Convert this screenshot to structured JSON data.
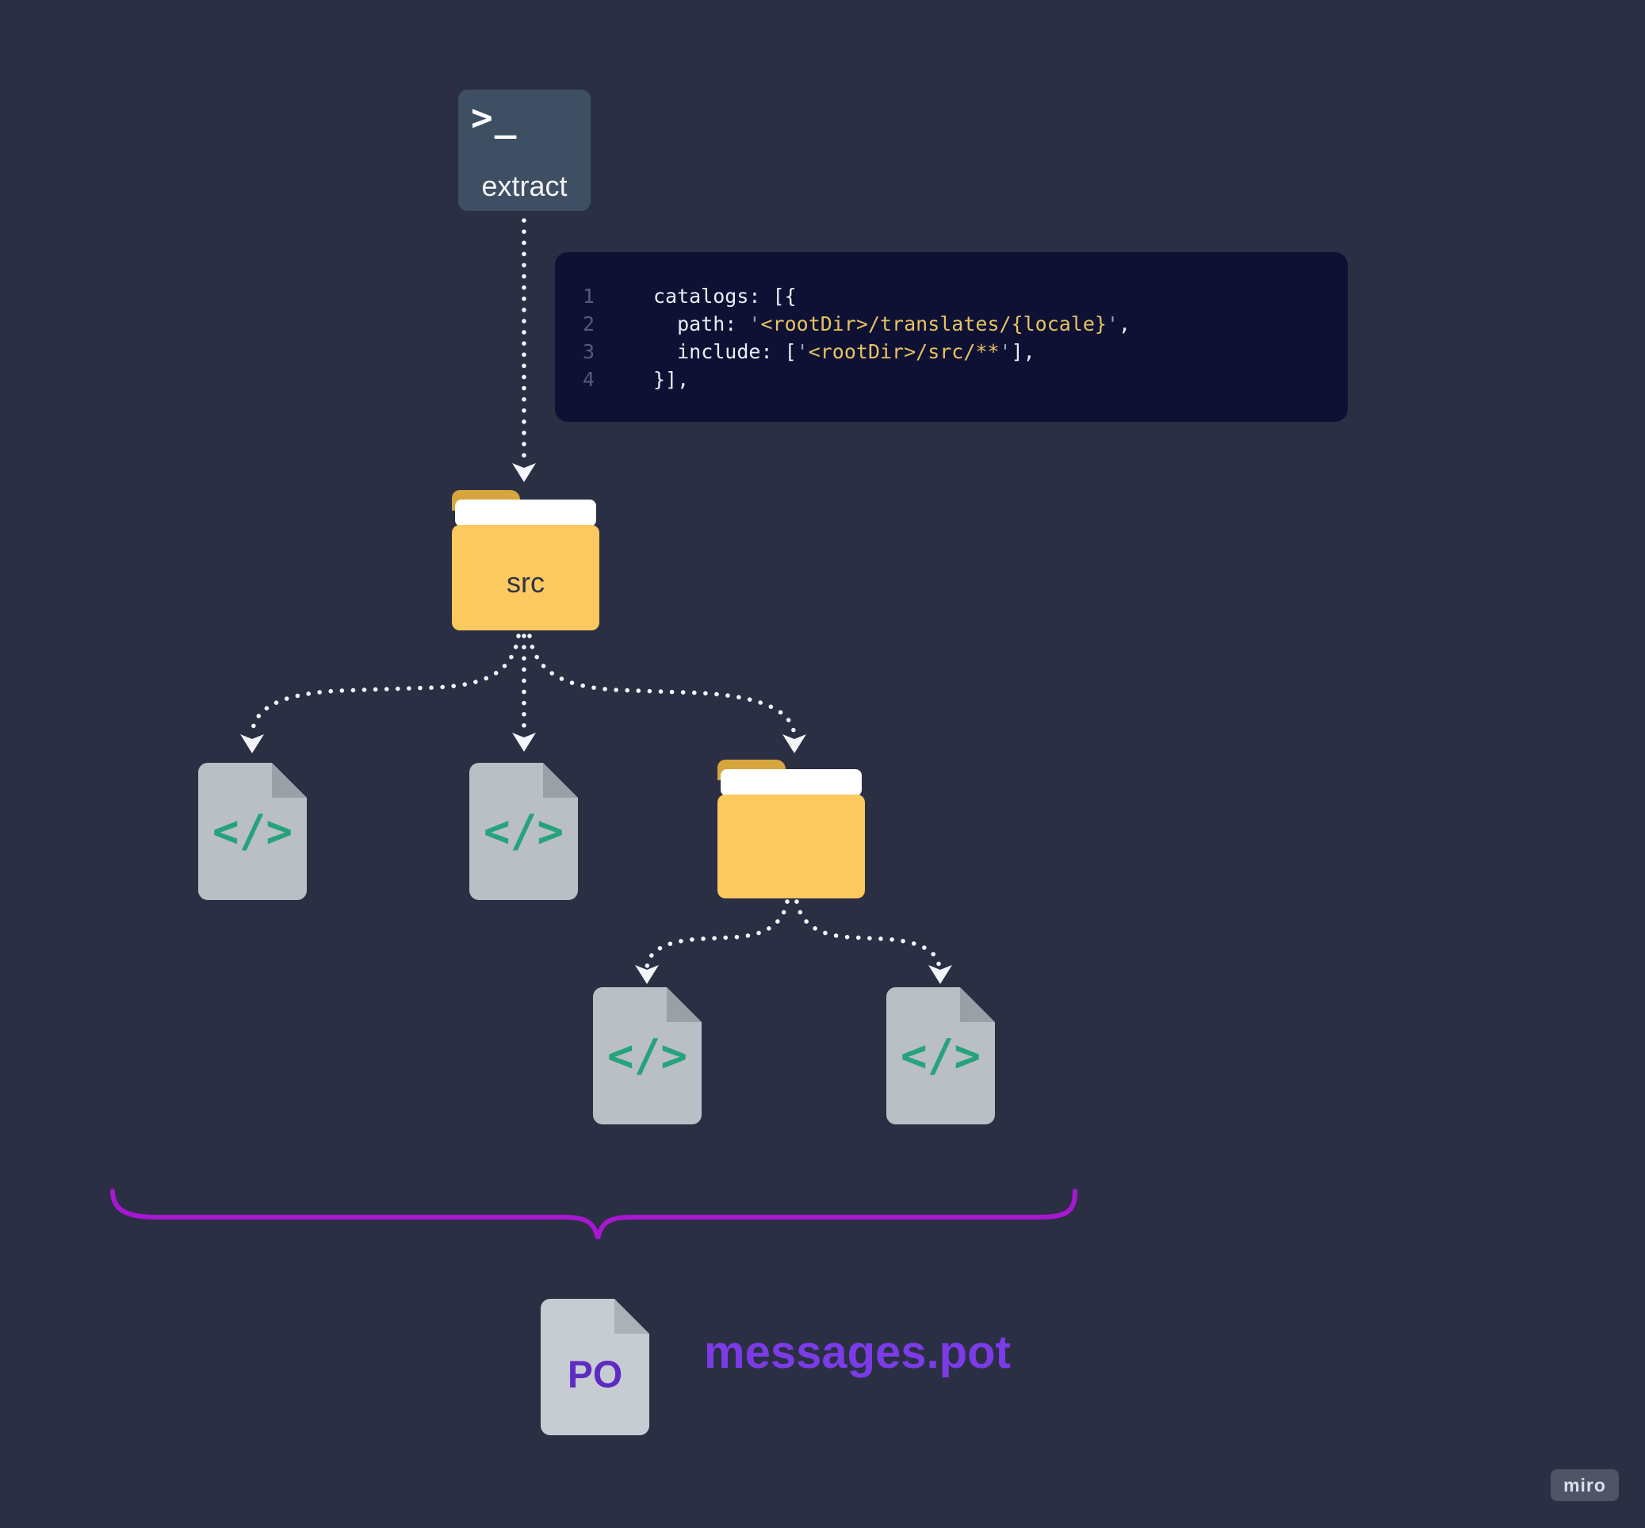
{
  "terminal": {
    "prompt": ">_",
    "label": "extract"
  },
  "code": {
    "lines": [
      {
        "num": "1",
        "pre": "catalogs: [{"
      },
      {
        "num": "2",
        "pre": "  path: ",
        "q1": "'",
        "str": "<rootDir>/translates/{locale}",
        "q2": "'",
        "post": ","
      },
      {
        "num": "3",
        "pre": "  include: [",
        "q1": "'",
        "str": "<rootDir>/src/**",
        "q2": "'",
        "post": "],"
      },
      {
        "num": "4",
        "pre": "}],"
      }
    ]
  },
  "src_folder": {
    "label": "src"
  },
  "code_file_glyph": "</>",
  "output": {
    "doc_label": "PO",
    "filename": "messages.pot"
  },
  "watermark": "miro",
  "colors": {
    "background": "#2b2f44",
    "terminal_slate": "#3e4e63",
    "panel_navy": "#0e1134",
    "string_yellow": "#e7c35f",
    "folder_yellow": "#fbc95e",
    "folder_tab": "#d6a53e",
    "file_gray": "#b9bfc4",
    "code_teal": "#26a27c",
    "arrow_white": "#f4f5f8",
    "brace_purple": "#a717d1",
    "po_purple": "#5e2bc2",
    "output_purple": "#7b3be6"
  }
}
